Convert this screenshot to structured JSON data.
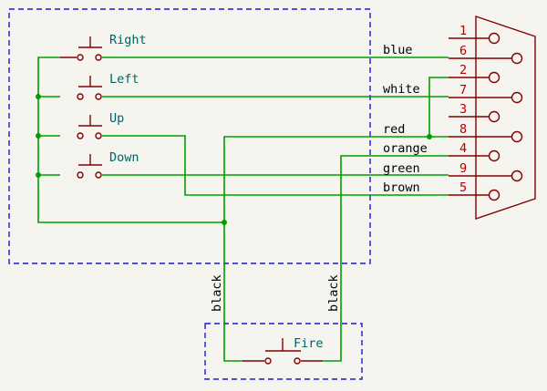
{
  "switches": [
    {
      "name": "Right"
    },
    {
      "name": "Left"
    },
    {
      "name": "Up"
    },
    {
      "name": "Down"
    },
    {
      "name": "Fire"
    }
  ],
  "connector": {
    "pins": [
      "1",
      "6",
      "2",
      "7",
      "3",
      "8",
      "4",
      "9",
      "5"
    ]
  },
  "net_labels": {
    "blue": "blue",
    "white": "white",
    "red": "red",
    "orange": "orange",
    "green": "green",
    "brown": "brown",
    "black_left": "black",
    "black_right": "black"
  },
  "colors": {
    "wire": "#009e00",
    "symbol": "#840000",
    "switch_text": "#006464",
    "box": "#1a1ad6",
    "background": "#f5f4ef"
  }
}
